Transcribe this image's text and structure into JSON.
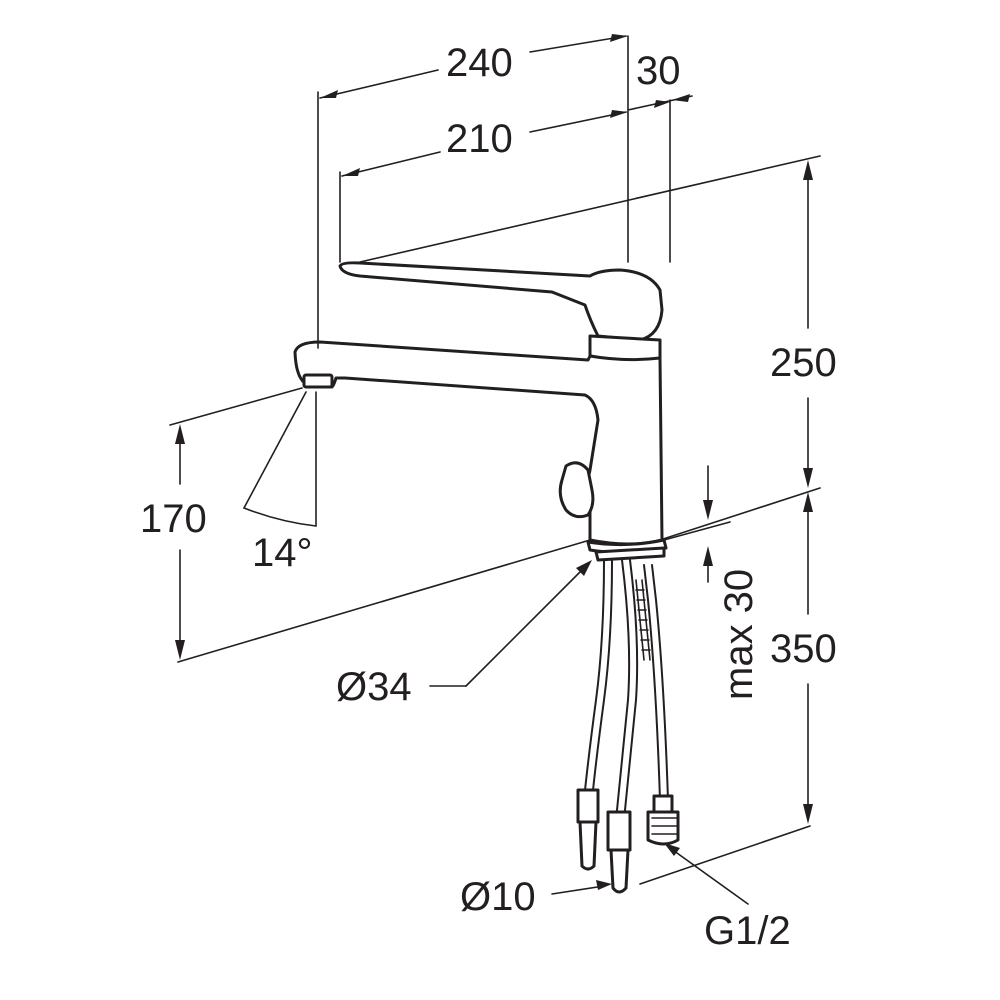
{
  "dimensions": {
    "width_240": "240",
    "width_30": "30",
    "width_210": "210",
    "height_250": "250",
    "height_170": "170",
    "angle_14": "14°",
    "height_350": "350",
    "max_30": "max 30",
    "diameter_34": "Ø34",
    "diameter_10": "Ø10",
    "thread_g12": "G1/2"
  },
  "colors": {
    "line": "#231f20",
    "background": "#ffffff"
  }
}
